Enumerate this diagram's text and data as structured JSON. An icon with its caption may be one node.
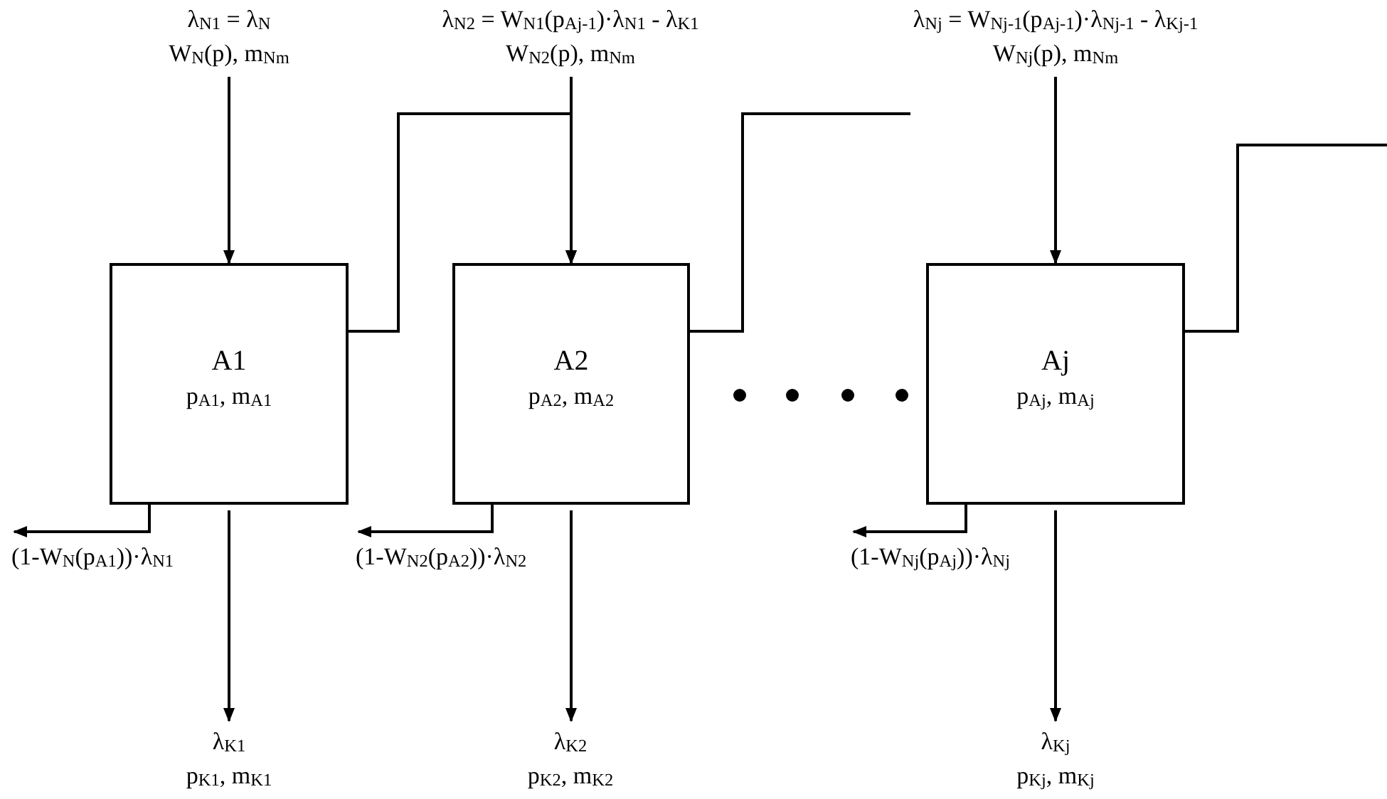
{
  "diagram": {
    "nodes": [
      {
        "text": [
          "λ$_{N1}$ = λ$_{N}$",
          "W$_{N}$(p), m$_{Nm}$"
        ]
      },
      {
        "text": [
          "A1",
          "p$_{A1}$, m$_{A1}$"
        ]
      },
      {
        "text": [
          "(1-W$_{N}$(p$_{A1}$))·λ$_{N1}$"
        ]
      },
      {
        "text": [
          "λ$_{K1}$",
          "p$_{K1}$, m$_{K1}$"
        ]
      },
      {
        "text": [
          "λ$_{N2}$ = W$_{N1}$(p$_{Aj-1}$)·λ$_{N1}$ - λ$_{K1}$",
          "W$_{N2}$(p), m$_{Nm}$"
        ]
      },
      {
        "text": [
          "A2",
          "p$_{A2}$, m$_{A2}$"
        ]
      },
      {
        "text": [
          "(1-W$_{N2}$(p$_{A2}$))·λ$_{N2}$"
        ]
      },
      {
        "text": [
          "λ$_{K2}$",
          "p$_{K2}$, m$_{K2}$"
        ]
      },
      {
        "text": [
          "λ$_{Nj}$ = W$_{Nj-1}$(p$_{Aj-1}$)·λ$_{Nj-1}$ - λ$_{Kj-1}$",
          "W$_{Nj}$(p), m$_{Nm}$"
        ]
      },
      {
        "text": [
          "Aj",
          "p$_{Aj}$, m$_{Aj}$"
        ]
      },
      {
        "text": [
          "(1-W$_{Nj}$(p$_{Aj}$))·λ$_{Nj}$"
        ]
      },
      {
        "text": [
          "λ$_{Kj}$",
          "p$_{Kj}$, m$_{Kj}$"
        ]
      }
    ],
    "edges": [
      {
        "from": 0,
        "to": 1,
        "arrow": "to"
      },
      {
        "from": 1,
        "to": 2,
        "arrow": "to"
      },
      {
        "from": 1,
        "to": 3,
        "arrow": "to"
      },
      {
        "from": 1,
        "to": 5,
        "arrow": "to"
      },
      {
        "from": 4,
        "to": 5,
        "arrow": "to"
      },
      {
        "from": 5,
        "to": 6,
        "arrow": "to"
      },
      {
        "from": 5,
        "to": 7,
        "arrow": "to"
      },
      {
        "from": 5,
        "to": null,
        "arrow": "none"
      },
      {
        "from": 8,
        "to": 9,
        "arrow": "to"
      },
      {
        "from": 9,
        "to": 10,
        "arrow": "to"
      },
      {
        "from": 9,
        "to": 11,
        "arrow": "to"
      },
      {
        "from": 9,
        "to": null,
        "arrow": "none"
      }
    ]
  }
}
